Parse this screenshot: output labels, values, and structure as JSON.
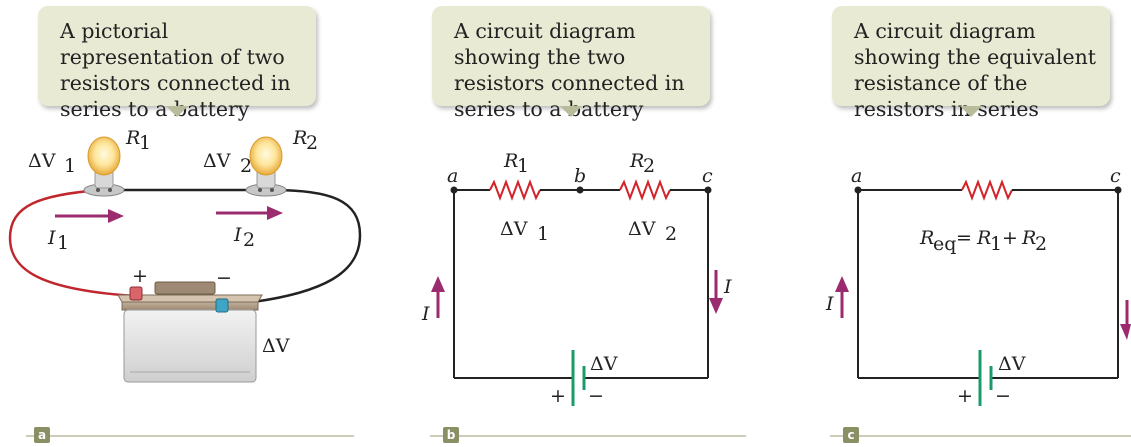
{
  "panels": {
    "a": {
      "callout": "A pictorial representation of two resistors connected in series to a battery",
      "tag": "a",
      "labels": {
        "dv1": "ΔV",
        "dv1_sub": "1",
        "r1": "R",
        "r1_sub": "1",
        "dv2": "ΔV",
        "dv2_sub": "2",
        "r2": "R",
        "r2_sub": "2",
        "i1": "I",
        "i1_sub": "1",
        "i2": "I",
        "i2_sub": "2",
        "plus": "+",
        "minus": "−",
        "dv": "ΔV"
      }
    },
    "b": {
      "callout": "A circuit diagram showing the two resistors connected in series to a battery",
      "tag": "b",
      "labels": {
        "a": "a",
        "b": "b",
        "c": "c",
        "r1": "R",
        "r1_sub": "1",
        "r2": "R",
        "r2_sub": "2",
        "dv1": "ΔV",
        "dv1_sub": "1",
        "dv2": "ΔV",
        "dv2_sub": "2",
        "i_left": "I",
        "i_right": "I",
        "dv": "ΔV",
        "plus": "+",
        "minus": "−"
      }
    },
    "c": {
      "callout": "A circuit diagram showing the equivalent resistance of the resistors in series",
      "tag": "c",
      "labels": {
        "a": "a",
        "c": "c",
        "req": "R",
        "req_sub": "eq",
        "eq": " = ",
        "r1": "R",
        "r1_sub": "1",
        "plus_op": " + ",
        "r2": "R",
        "r2_sub": "2",
        "i_left": "I",
        "dv": "ΔV",
        "plus": "+",
        "minus": "−"
      }
    }
  },
  "colors": {
    "callout_bg": "#e8ead3",
    "wire": "#222222",
    "red_wire": "#c0272d",
    "resistor": "#d2232a",
    "arrow": "#9b2b6e",
    "battery": "#1a9b6a",
    "tag_bg": "#8a8f64"
  }
}
